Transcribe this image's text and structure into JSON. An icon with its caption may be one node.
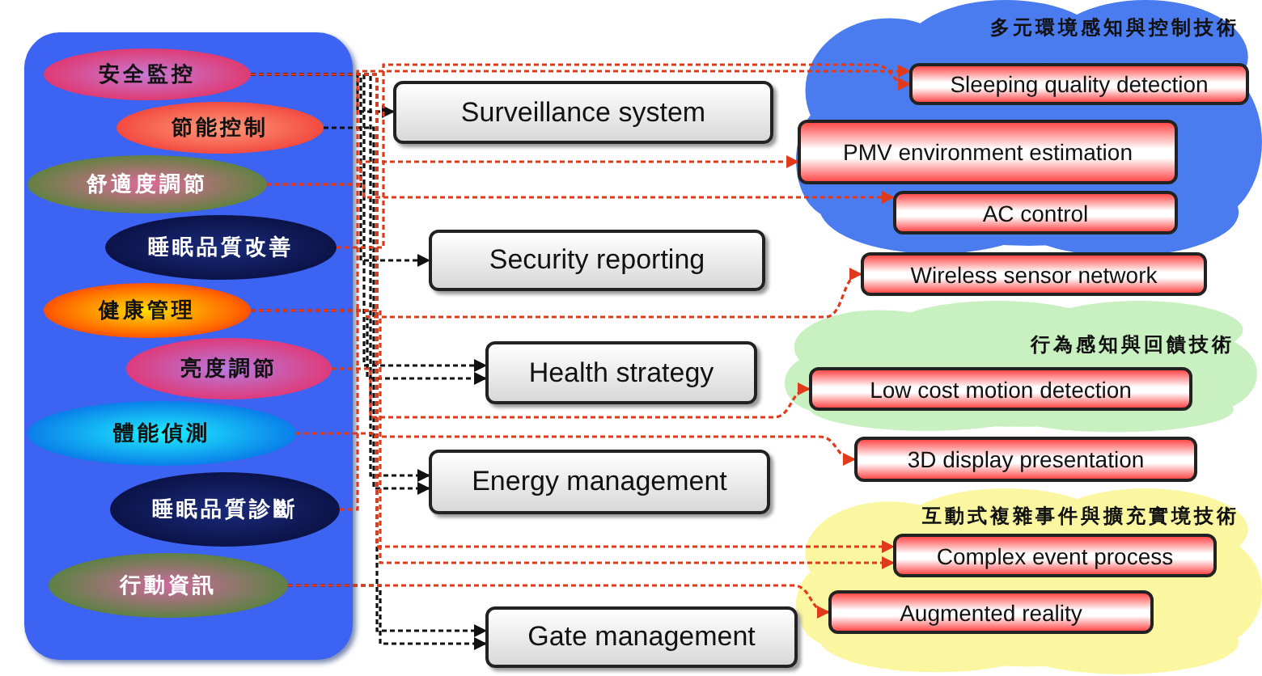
{
  "diagram": {
    "nodes": [
      {
        "text": [],
        "shape": "box"
      },
      {
        "text": [
          "安全監控"
        ],
        "in": 0
      },
      {
        "text": [
          "節能控制"
        ],
        "in": 0
      },
      {
        "text": [
          "舒適度調節"
        ],
        "in": 0
      },
      {
        "text": [
          "睡眠品質改善"
        ],
        "in": 0
      },
      {
        "text": [
          "健康管理"
        ],
        "in": 0
      },
      {
        "text": [
          "亮度調節"
        ],
        "in": 0
      },
      {
        "text": [
          "體能偵測"
        ],
        "in": 0
      },
      {
        "text": [
          "睡眠品質診斷"
        ],
        "in": 0
      },
      {
        "text": [
          "行動資訊"
        ],
        "in": 0
      },
      {
        "text": [
          "Surveillance system"
        ]
      },
      {
        "text": [
          "Security reporting"
        ]
      },
      {
        "text": [
          "Health strategy"
        ]
      },
      {
        "text": [
          "Energy management"
        ]
      },
      {
        "text": [
          "Gate management"
        ]
      },
      {
        "text": [
          "多元環境感知與控制技術"
        ]
      },
      {
        "text": [
          "Sleeping quality detection"
        ],
        "in": 15
      },
      {
        "text": [
          "PMV environment estimation"
        ],
        "in": 15
      },
      {
        "text": [
          "AC control"
        ],
        "in": 15
      },
      {
        "text": [
          "Wireless sensor network"
        ]
      },
      {
        "text": [
          "行為感知與回饋技術"
        ]
      },
      {
        "text": [
          "Low cost motion detection"
        ],
        "in": 20
      },
      {
        "text": [
          "3D display presentation"
        ]
      },
      {
        "text": [
          "互動式複雜事件與擴充實境技術"
        ]
      },
      {
        "text": [
          "Complex event process"
        ],
        "in": 23
      },
      {
        "text": [
          "Augmented reality"
        ],
        "in": 23
      }
    ],
    "edges": [
      {
        "from": 1,
        "to": 10,
        "arrow": "to",
        "style": "dashed",
        "color": "#111111"
      },
      {
        "from": 1,
        "to": 11,
        "arrow": "to",
        "style": "dashed",
        "color": "#111111"
      },
      {
        "from": 1,
        "to": 12,
        "arrow": "to",
        "style": "dashed",
        "color": "#111111"
      },
      {
        "from": 5,
        "to": 12,
        "arrow": "to",
        "style": "dashed",
        "color": "#111111"
      },
      {
        "from": 1,
        "to": 13,
        "arrow": "to",
        "style": "dashed",
        "color": "#111111"
      },
      {
        "from": 2,
        "to": 13,
        "arrow": "to",
        "style": "dashed",
        "color": "#111111"
      },
      {
        "from": 1,
        "to": 14,
        "arrow": "to",
        "style": "dashed",
        "color": "#111111"
      },
      {
        "from": 9,
        "to": 14,
        "arrow": "to",
        "style": "dashed",
        "color": "#111111"
      },
      {
        "from": 4,
        "to": 16,
        "arrow": "to",
        "style": "dashed"
      },
      {
        "from": 8,
        "to": 16,
        "arrow": "to",
        "style": "dashed"
      },
      {
        "from": 3,
        "to": 17,
        "arrow": "to",
        "style": "dashed"
      },
      {
        "from": 3,
        "to": 18,
        "arrow": "to",
        "style": "dashed"
      },
      {
        "from": 5,
        "to": 19,
        "arrow": "to",
        "style": "dashed"
      },
      {
        "from": 6,
        "to": 21,
        "arrow": "to",
        "style": "dashed"
      },
      {
        "from": 7,
        "to": 22,
        "arrow": "to",
        "style": "dashed"
      },
      {
        "from": 1,
        "to": 24,
        "arrow": "to",
        "style": "dashed"
      },
      {
        "from": 5,
        "to": 24,
        "arrow": "to",
        "style": "dashed"
      },
      {
        "from": 9,
        "to": 25,
        "arrow": "to",
        "style": "dashed"
      }
    ]
  }
}
